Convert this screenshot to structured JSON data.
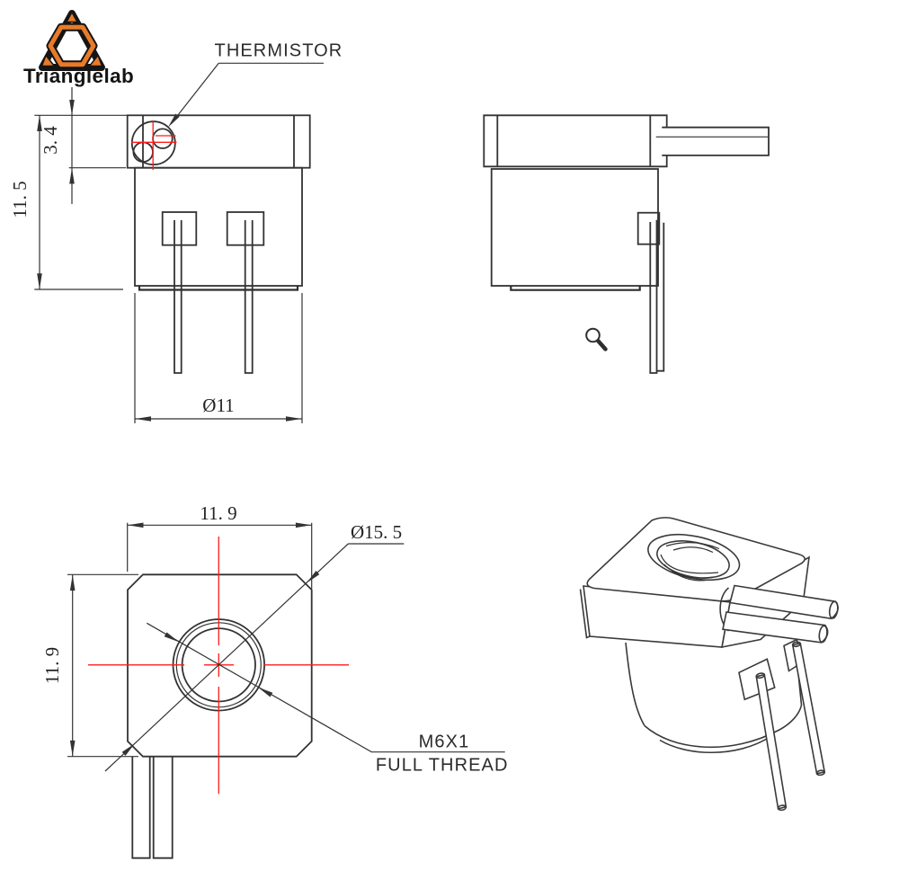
{
  "brand": {
    "logo_text": "Trianglelab"
  },
  "front_view": {
    "thermistor_label": "THERMISTOR",
    "dim_cap_height": "3. 4",
    "dim_total_height": "11. 5",
    "dim_body_diameter": "Ø11"
  },
  "top_view": {
    "dim_width": "11. 9",
    "dim_height": "11. 9",
    "dim_corner_diameter": "Ø15. 5",
    "thread_spec": "M6X1",
    "thread_note": "FULL THREAD"
  },
  "icons": {
    "magnifier": "magnifying-glass"
  },
  "colors": {
    "line": "#333333",
    "centerline": "#ff1a1a",
    "logo_orange": "#e87b28",
    "logo_black": "#151515"
  }
}
